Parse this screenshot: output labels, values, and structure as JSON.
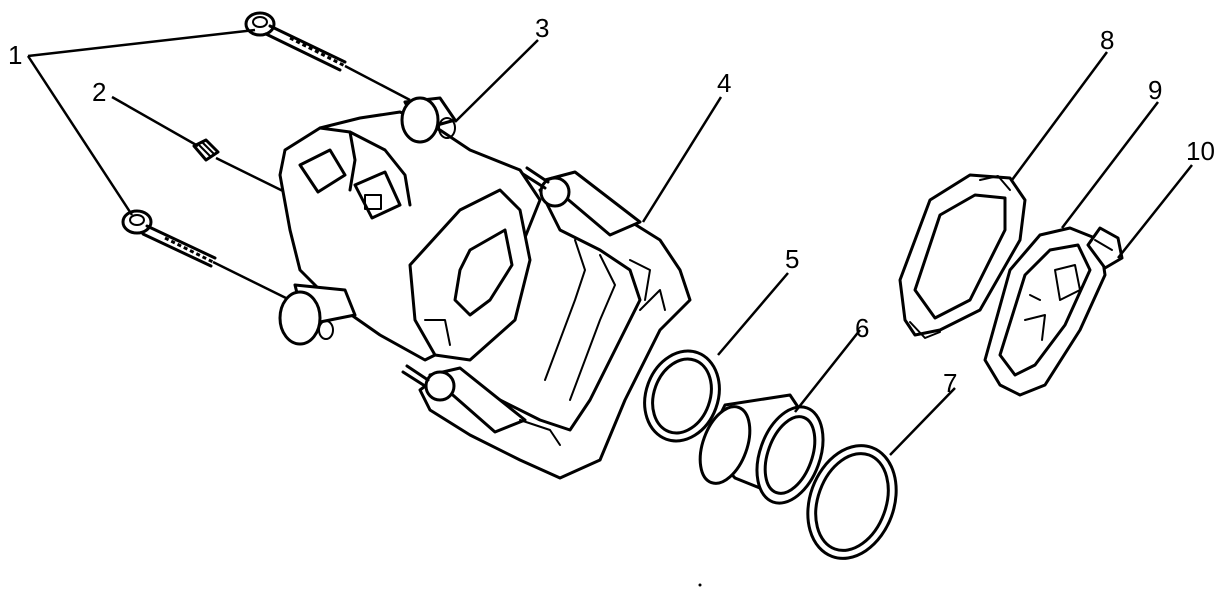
{
  "callouts": {
    "c1": "1",
    "c2": "2",
    "c3": "3",
    "c4": "4",
    "c5": "5",
    "c6": "6",
    "c7": "7",
    "c8": "8",
    "c9": "9",
    "c10": "10"
  },
  "parts": [
    "caliper-bolt-upper",
    "caliper-bolt-lower",
    "bleeder-valve",
    "caliper-housing",
    "caliper-bracket",
    "piston-seal",
    "piston",
    "dust-boot",
    "outer-brake-pad",
    "inner-brake-pad",
    "wear-indicator"
  ],
  "colors": {
    "ink": "#000000",
    "paper": "#ffffff"
  }
}
